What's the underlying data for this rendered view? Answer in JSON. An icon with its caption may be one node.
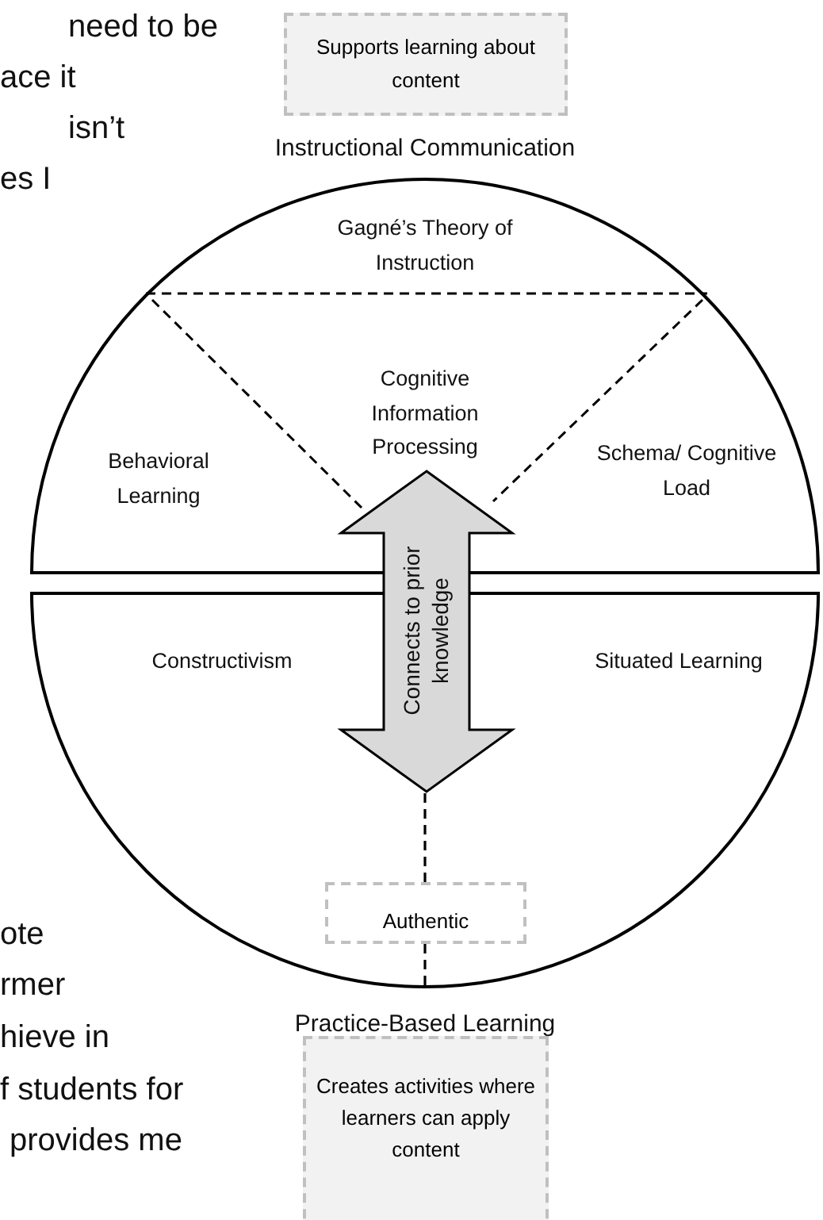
{
  "diagram": {
    "nodes": [
      {
        "text": [
          "Supports learning about content"
        ]
      },
      {
        "text": [
          "Instructional Communication"
        ]
      },
      {
        "text": [
          "Practice-Based Learning"
        ]
      },
      {
        "text": [
          "Connects to prior knowledge"
        ]
      },
      {
        "text": [
          "Authentic"
        ],
        "in": 2
      },
      {
        "text": [
          "Creates activities where learners can apply content"
        ]
      }
    ],
    "edges": [
      {
        "from": 3,
        "to": 4,
        "arrow": "none",
        "style": "dashed"
      },
      {
        "from": 4,
        "to": 2,
        "arrow": "none",
        "style": "dashed"
      }
    ],
    "labels": [
      "need to be",
      "ace it",
      "isn’t",
      "es I",
      "Gagné’s Theory of Instruction",
      "Cognitive Information Processing",
      "Behavioral Learning",
      "Schema/ Cognitive Load",
      "Constructivism",
      "Situated Learning",
      "ote",
      "rmer",
      "hieve in",
      "f students for",
      "provides me"
    ]
  }
}
